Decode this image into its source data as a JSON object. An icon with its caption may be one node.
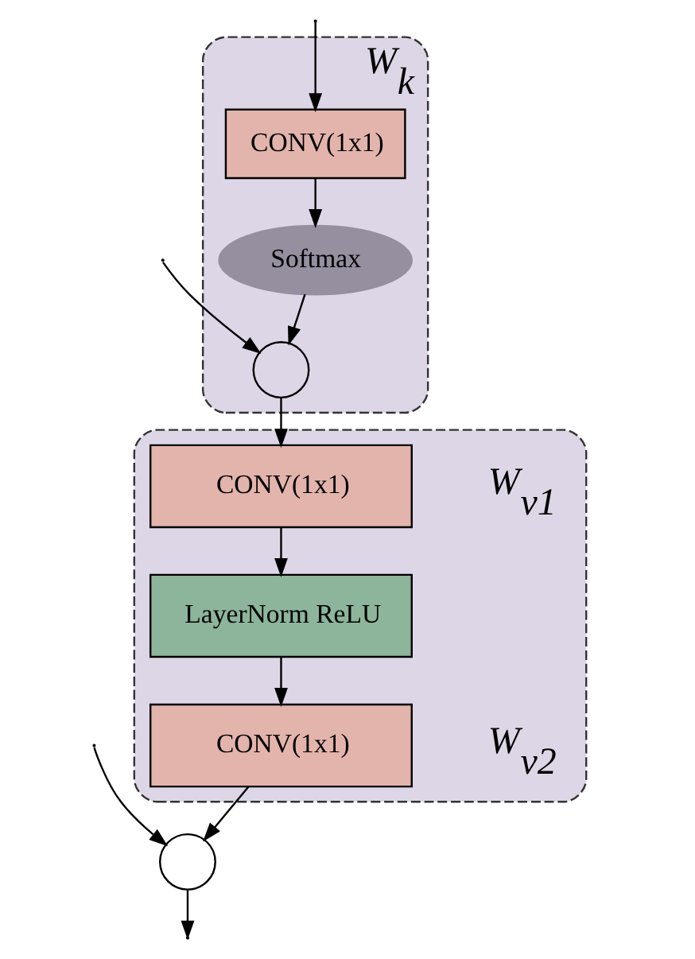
{
  "diagram": {
    "nodes": [
      {
        "text": [],
        "shape": "box",
        "beside": [
          "W$_{k}$"
        ]
      },
      {
        "text": [
          "CONV(1x1)"
        ],
        "in": 0
      },
      {
        "text": [
          "Softmax"
        ],
        "in": 0
      },
      {
        "text": [],
        "shape": "circle",
        "in": 0
      },
      {
        "text": [],
        "shape": "box"
      },
      {
        "text": [
          "CONV(1x1)"
        ],
        "in": 4,
        "beside": [
          "W$_{v1}$"
        ]
      },
      {
        "text": [
          "LayerNorm ReLU"
        ],
        "in": 4
      },
      {
        "text": [
          "CONV(1x1)"
        ],
        "in": 4,
        "beside": [
          "W$_{v2}$"
        ]
      },
      {
        "text": [],
        "shape": "circle"
      }
    ],
    "edges": [
      {
        "from": null,
        "to": 1,
        "arrow": "to"
      },
      {
        "from": null,
        "to": 3,
        "arrow": "to"
      },
      {
        "from": 1,
        "to": 2,
        "arrow": "to"
      },
      {
        "from": 2,
        "to": 3,
        "arrow": "to"
      },
      {
        "from": 3,
        "to": 5,
        "arrow": "to"
      },
      {
        "from": 5,
        "to": 6,
        "arrow": "to"
      },
      {
        "from": 6,
        "to": 7,
        "arrow": "to"
      },
      {
        "from": null,
        "to": 8,
        "arrow": "to"
      },
      {
        "from": 7,
        "to": 8,
        "arrow": "to"
      },
      {
        "from": 8,
        "to": null,
        "arrow": "to"
      }
    ]
  }
}
